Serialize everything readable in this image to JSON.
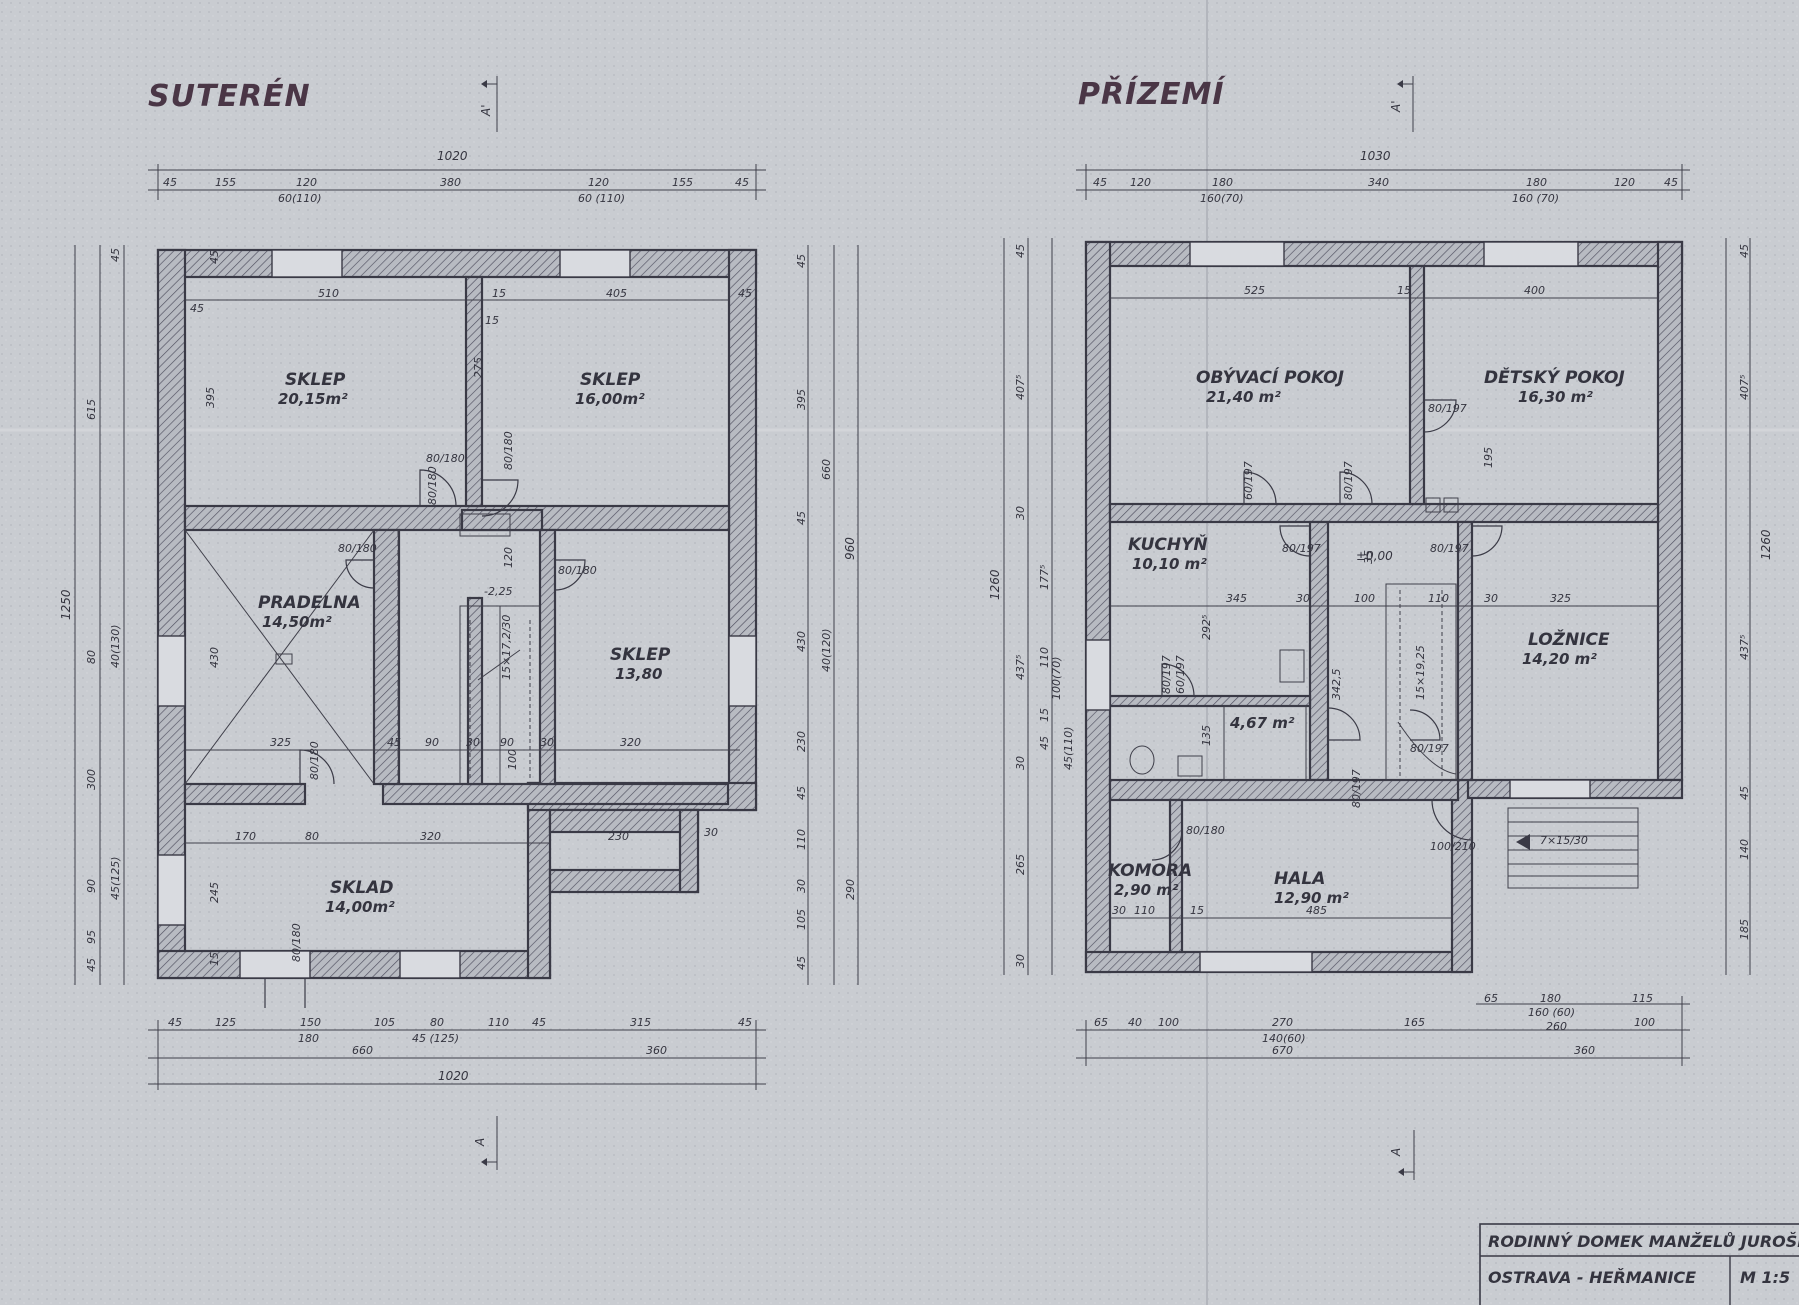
{
  "suteren": {
    "title": "SUTERÉN",
    "section_top": "A'",
    "section_bottom": "A",
    "dims_top": {
      "overall": "1020",
      "segments": [
        "45",
        "155",
        "120",
        "380",
        "120",
        "155",
        "45"
      ],
      "sub_left": "60(110)",
      "sub_right": "60 (110)"
    },
    "dims_bottom": {
      "segments": [
        "45",
        "125",
        "150",
        "105",
        "80",
        "110",
        "45",
        "315",
        "45"
      ],
      "sub_a": "180",
      "sub_b": "45 (125)",
      "partial_left": "660",
      "partial_right": "360",
      "overall": "1020"
    },
    "dims_left": {
      "overall": "1250",
      "upper": "615",
      "lower": "300",
      "segments": [
        "45",
        "80",
        "40(130)",
        "90",
        "45(125)",
        "95",
        "45"
      ]
    },
    "dims_right": {
      "overall": "960",
      "upper": "395",
      "mid": "660",
      "segments": [
        "45",
        "45",
        "430",
        "40(120)",
        "230",
        "45",
        "110",
        "30",
        "105",
        "45",
        "290"
      ]
    },
    "rooms": [
      {
        "name": "SKLEP",
        "area": "20,15m²"
      },
      {
        "name": "SKLEP",
        "area": "16,00m²"
      },
      {
        "name": "PRADELNA",
        "area": "14,50m²"
      },
      {
        "name": "SKLEP",
        "area": "13,80"
      },
      {
        "name": "SKLAD",
        "area": "14,00m²"
      }
    ],
    "inner_dims": [
      "510",
      "15",
      "405",
      "45",
      "395",
      "275",
      "430",
      "325",
      "45",
      "90",
      "30",
      "90",
      "30",
      "320",
      "170",
      "80",
      "320",
      "230",
      "30",
      "245",
      "15",
      "15",
      "45",
      "45"
    ],
    "door_labels": [
      "80/180",
      "80/180",
      "80/180",
      "80/180",
      "80/180",
      "80/180",
      "80/180"
    ],
    "level": "-2,25",
    "stairs": "15×17,2/30",
    "hatch_dim": "120",
    "stair_dim": "100"
  },
  "prizemi": {
    "title": "PŘÍZEMÍ",
    "section_top": "A'",
    "section_bottom": "A",
    "dims_top": {
      "overall": "1030",
      "segments": [
        "45",
        "120",
        "180",
        "340",
        "180",
        "120",
        "45"
      ],
      "sub_left": "160(70)",
      "sub_right": "160 (70)"
    },
    "dims_bottom": {
      "segments": [
        "65",
        "40",
        "100",
        "270",
        "165",
        "65",
        "180",
        "115",
        "100"
      ],
      "sub_a": "140(60)",
      "sub_b": "160 (60)",
      "partial_left": "670",
      "partial_mid": "260",
      "partial_right": "360"
    },
    "dims_left": {
      "overall": "1260",
      "upper": "407⁵",
      "lower": "437⁵",
      "segments": [
        "45",
        "30",
        "177⁵",
        "110",
        "100(70)",
        "15",
        "30",
        "45",
        "45(110)",
        "265",
        "30"
      ]
    },
    "dims_right": {
      "overall": "1260",
      "upper": "407⁵",
      "mid": "437⁵",
      "segments": [
        "45",
        "45",
        "140",
        "185"
      ]
    },
    "rooms": [
      {
        "name": "OBÝVACÍ POKOJ",
        "area": "21,40 m²"
      },
      {
        "name": "DĚTSKÝ POKOJ",
        "area": "16,30 m²"
      },
      {
        "name": "KUCHYŇ",
        "area": "10,10 m²"
      },
      {
        "name": "LOŽNICE",
        "area": "14,20 m²"
      },
      {
        "name": "",
        "area": "4,67 m²"
      },
      {
        "name": "KOMORA",
        "area": "2,90 m²"
      },
      {
        "name": "HALA",
        "area": "12,90 m²"
      }
    ],
    "inner_dims": [
      "525",
      "15",
      "400",
      "195",
      "345",
      "30",
      "100",
      "110",
      "30",
      "325",
      "292⁵",
      "342,5",
      "135",
      "30",
      "110",
      "15",
      "485",
      "35"
    ],
    "door_labels": [
      "80/197",
      "60/197",
      "80/197",
      "80/197",
      "80/197",
      "80/197",
      "60/197",
      "80/197",
      "80/197",
      "80/180",
      "100/210"
    ],
    "level": "±0,00",
    "stairs": "15×19,25",
    "entry_steps": "7×15/30"
  },
  "title_block": {
    "project": "RODINNÝ DOMEK MANŽELŮ JUROŠKOVÝC",
    "location": "OSTRAVA - HEŘMANICE",
    "scale": "M 1:5"
  }
}
